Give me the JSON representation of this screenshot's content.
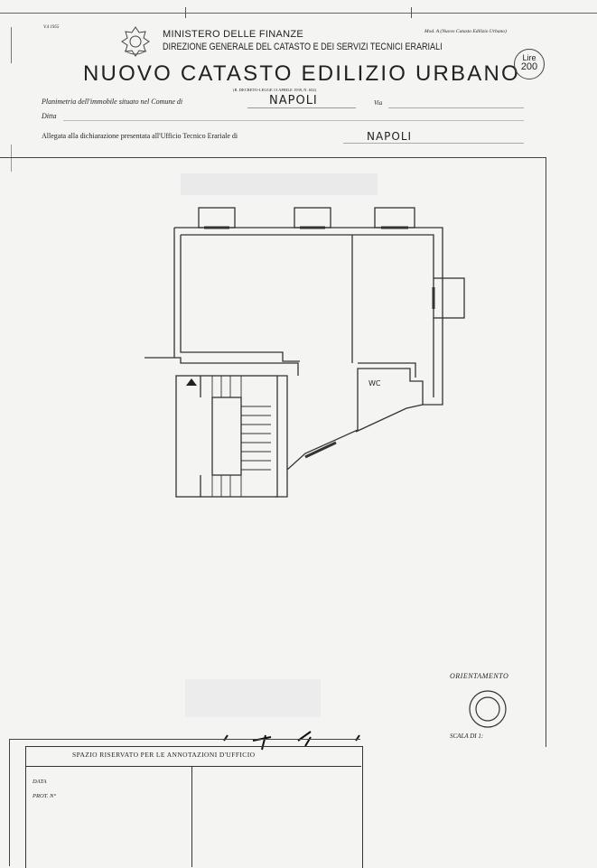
{
  "header": {
    "tiny_left": "V.4 1955",
    "ministry": "MINISTERO DELLE FINANZE",
    "direzione": "DIREZIONE GENERALE DEL CATASTO E DEI SERVIZI TECNICI ERARIALI",
    "title": "NUOVO CATASTO EDILIZIO URBANO",
    "decree": "(R. DECRETO-LEGGE 13 APRILE 1939, N. 652)",
    "model": "Mod. A (Nuovo Catasto Edilizio Urbano)",
    "stamp_lire": "Lire",
    "stamp_value": "200"
  },
  "form": {
    "planimetria_label": "Planimetria dell'immobile situato nel Comune di",
    "comune_value": "NAPOLI",
    "via_label": "Via",
    "ditta_label": "Ditta",
    "allegata_label": "Allegata alla dichiarazione presentata all'Ufficio Tecnico Erariale di",
    "ufficio_value": "NAPOLI"
  },
  "plan": {
    "wc_label": "WC"
  },
  "footer": {
    "orientamento": "ORIENTAMENTO",
    "scala": "SCALA DI 1:",
    "annotazioni_title": "SPAZIO RISERVATO PER LE ANNOTAZIONI D'UFFICIO",
    "data_label": "DATA",
    "prot_label": "PROT. N°"
  }
}
